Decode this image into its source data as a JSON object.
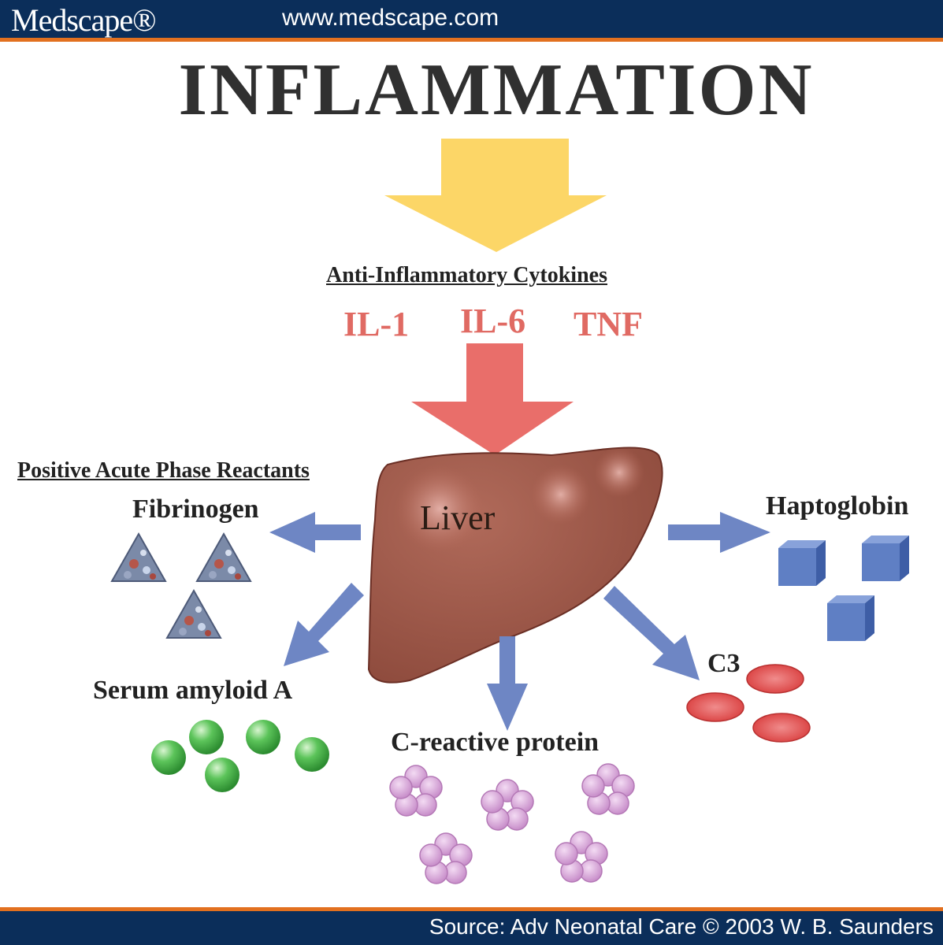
{
  "header": {
    "brand": "Medscape®",
    "url": "www.medscape.com"
  },
  "footer": {
    "source": "Source: Adv Neonatal Care © 2003 W. B. Saunders"
  },
  "diagram": {
    "title": "INFLAMMATION",
    "cytokines_heading": "Anti-Inflammatory Cytokines",
    "cytokines": [
      "IL-1",
      "IL-6",
      "TNF"
    ],
    "organ": "Liver",
    "reactants_heading": "Positive Acute Phase Reactants",
    "reactants": {
      "fibrinogen": "Fibrinogen",
      "haptoglobin": "Haptoglobin",
      "serum_amyloid": "Serum amyloid A",
      "crp": "C-reactive protein",
      "c3": "C3"
    }
  },
  "colors": {
    "header_bg": "#0b2e5a",
    "accent_stripe": "#e2701f",
    "inflammation_arrow": "#fcd667",
    "cytokine_arrow": "#e96e6a",
    "liver": "#9a5545",
    "reactant_arrow": "#6e86c4",
    "haptoglobin_cube": "#5f7fc4",
    "c3_cell": "#e24b4b",
    "serum_amyloid_sphere": "#49b84a",
    "crp_cluster": "#cf94cf"
  }
}
